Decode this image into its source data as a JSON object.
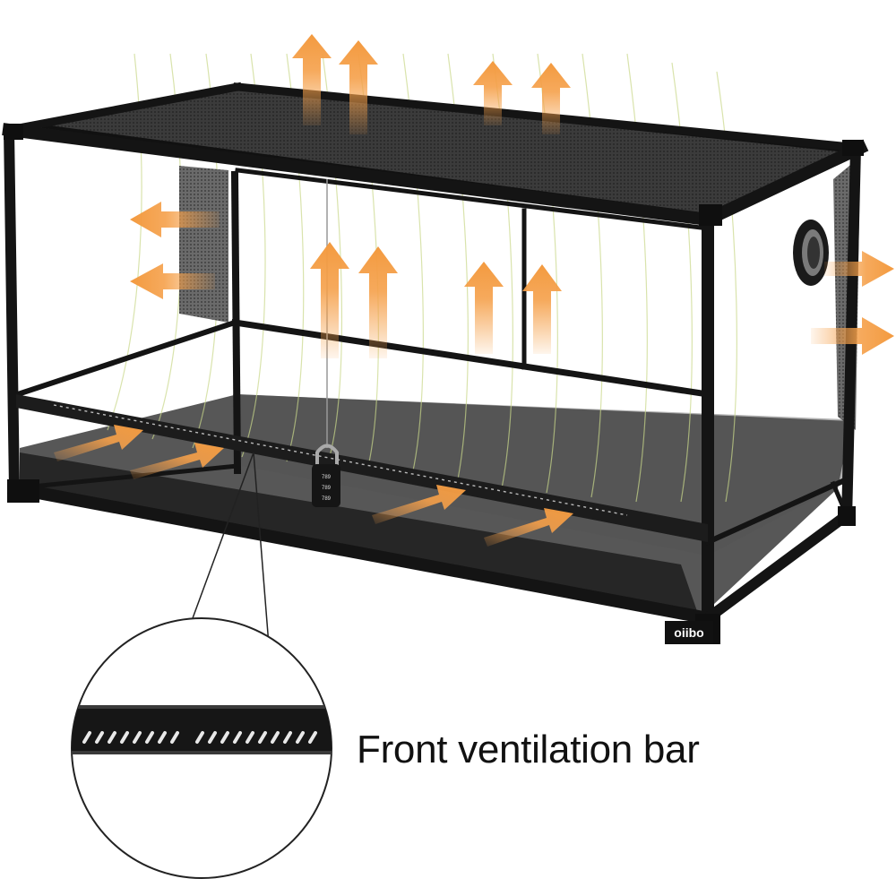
{
  "product": {
    "brand_label": "oiibo",
    "caption": "Front ventilation bar",
    "lock_digits": [
      "789",
      "789",
      "789"
    ]
  },
  "colors": {
    "frame": "#141414",
    "mesh": "#3a3a3a",
    "glass_floor": "#2a2a2a",
    "arrow": "#f5a04a",
    "airflow": "#c9d88a"
  }
}
